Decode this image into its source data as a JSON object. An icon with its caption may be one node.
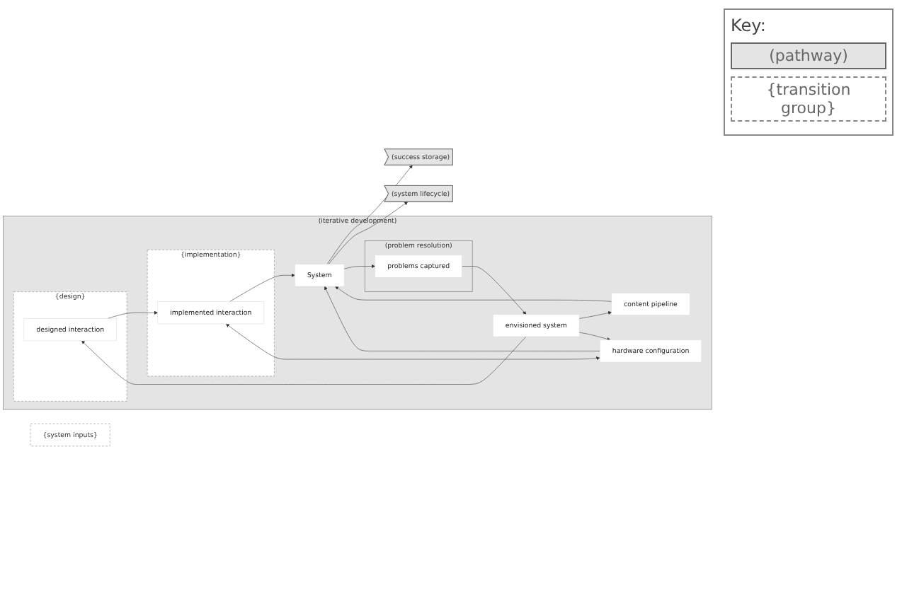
{
  "diagram": {
    "nodes": [
      {
        "text": [
          "{system inputs}"
        ]
      },
      {
        "text": [
          "(success storage)"
        ]
      },
      {
        "text": [
          "(system lifecycle)"
        ]
      },
      {
        "text": [
          "(iterative development)"
        ]
      },
      {
        "text": [
          "{design}"
        ],
        "in": 3
      },
      {
        "text": [
          "content pipeline"
        ],
        "in": 3
      },
      {
        "text": [
          "envisioned system"
        ],
        "in": 3
      },
      {
        "text": [
          "designed interaction"
        ],
        "in": 4
      },
      {
        "text": [
          "{implementation}"
        ],
        "in": 3
      },
      {
        "text": [
          "implemented interaction"
        ],
        "in": 8
      },
      {
        "text": [
          "hardware configuration"
        ],
        "in": 3
      },
      {
        "text": [
          "System"
        ],
        "in": 3
      },
      {
        "text": [
          "(problem resolution)"
        ],
        "in": 3
      },
      {
        "text": [
          "problems captured"
        ],
        "in": 12
      }
    ],
    "edges": [
      {
        "from": 6,
        "to": 5,
        "arrow": "to"
      },
      {
        "from": 6,
        "to": 7,
        "arrow": "to"
      },
      {
        "from": 6,
        "to": 10,
        "arrow": "to"
      },
      {
        "from": 7,
        "to": 9,
        "arrow": "to"
      },
      {
        "from": 10,
        "to": 9,
        "arrow": "both"
      },
      {
        "from": 5,
        "to": 11,
        "arrow": "to"
      },
      {
        "from": 9,
        "to": 11,
        "arrow": "to"
      },
      {
        "from": 10,
        "to": 11,
        "arrow": "to"
      },
      {
        "from": 11,
        "to": 1,
        "arrow": "to"
      },
      {
        "from": 11,
        "to": 2,
        "arrow": "to"
      },
      {
        "from": 11,
        "to": 13,
        "arrow": "to"
      },
      {
        "from": 13,
        "to": 6,
        "arrow": "to"
      }
    ],
    "labels": [
      "Key:"
    ],
    "legend": [
      {
        "text": "(pathway)"
      },
      {
        "text": "{transition group}"
      }
    ]
  }
}
